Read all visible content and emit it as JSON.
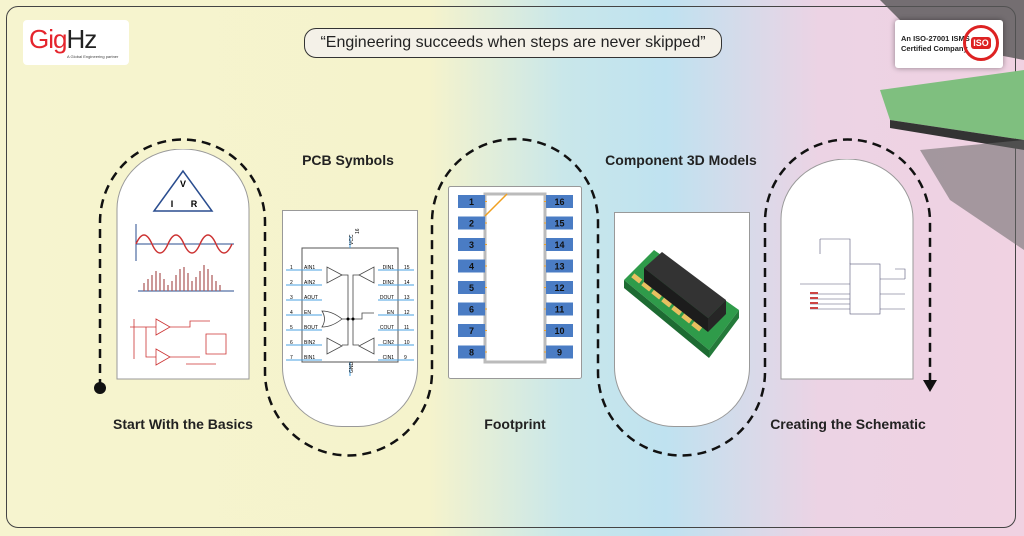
{
  "header": {
    "logo_text_red": "Gig",
    "logo_text_dark": "Hz",
    "logo_tagline": "A Global Engineering partner",
    "quote": "“Engineering succeeds when steps are never skipped”",
    "iso_line1": "An ISO-27001 ISMS",
    "iso_line2": "Certified Company",
    "iso_seal": "ISO"
  },
  "steps": [
    {
      "label": "Start With the Basics"
    },
    {
      "label": "PCB Symbols"
    },
    {
      "label": "Footprint"
    },
    {
      "label": "Component 3D Models"
    },
    {
      "label": "Creating the Schematic"
    }
  ],
  "basics": {
    "triangle": [
      "V",
      "I",
      "R"
    ]
  },
  "pcb_symbol": {
    "top_pin": "VCC",
    "top_num": "16",
    "bottom_pin": "GND",
    "bottom_num": "8",
    "left_pins": [
      [
        "1",
        "AIN1"
      ],
      [
        "2",
        "AIN2"
      ],
      [
        "3",
        "AOUT"
      ],
      [
        "4",
        "EN"
      ],
      [
        "5",
        "BOUT"
      ],
      [
        "6",
        "BIN2"
      ],
      [
        "7",
        "BIN1"
      ]
    ],
    "right_pins": [
      [
        "15",
        "DIN1"
      ],
      [
        "14",
        "DIN2"
      ],
      [
        "13",
        "DOUT"
      ],
      [
        "12",
        "EN"
      ],
      [
        "11",
        "COUT"
      ],
      [
        "10",
        "CIN2"
      ],
      [
        "9",
        "CIN1"
      ]
    ]
  },
  "footprint": {
    "left_pads": [
      "1",
      "2",
      "3",
      "4",
      "5",
      "6",
      "7",
      "8"
    ],
    "right_pads": [
      "16",
      "15",
      "14",
      "13",
      "12",
      "11",
      "10",
      "9"
    ]
  },
  "colors": {
    "pad": "#4a7cc4",
    "outline": "#f0a020",
    "chip": "#2a2a2a",
    "pcb_green": "#3aa35a",
    "dash": "#111111"
  }
}
